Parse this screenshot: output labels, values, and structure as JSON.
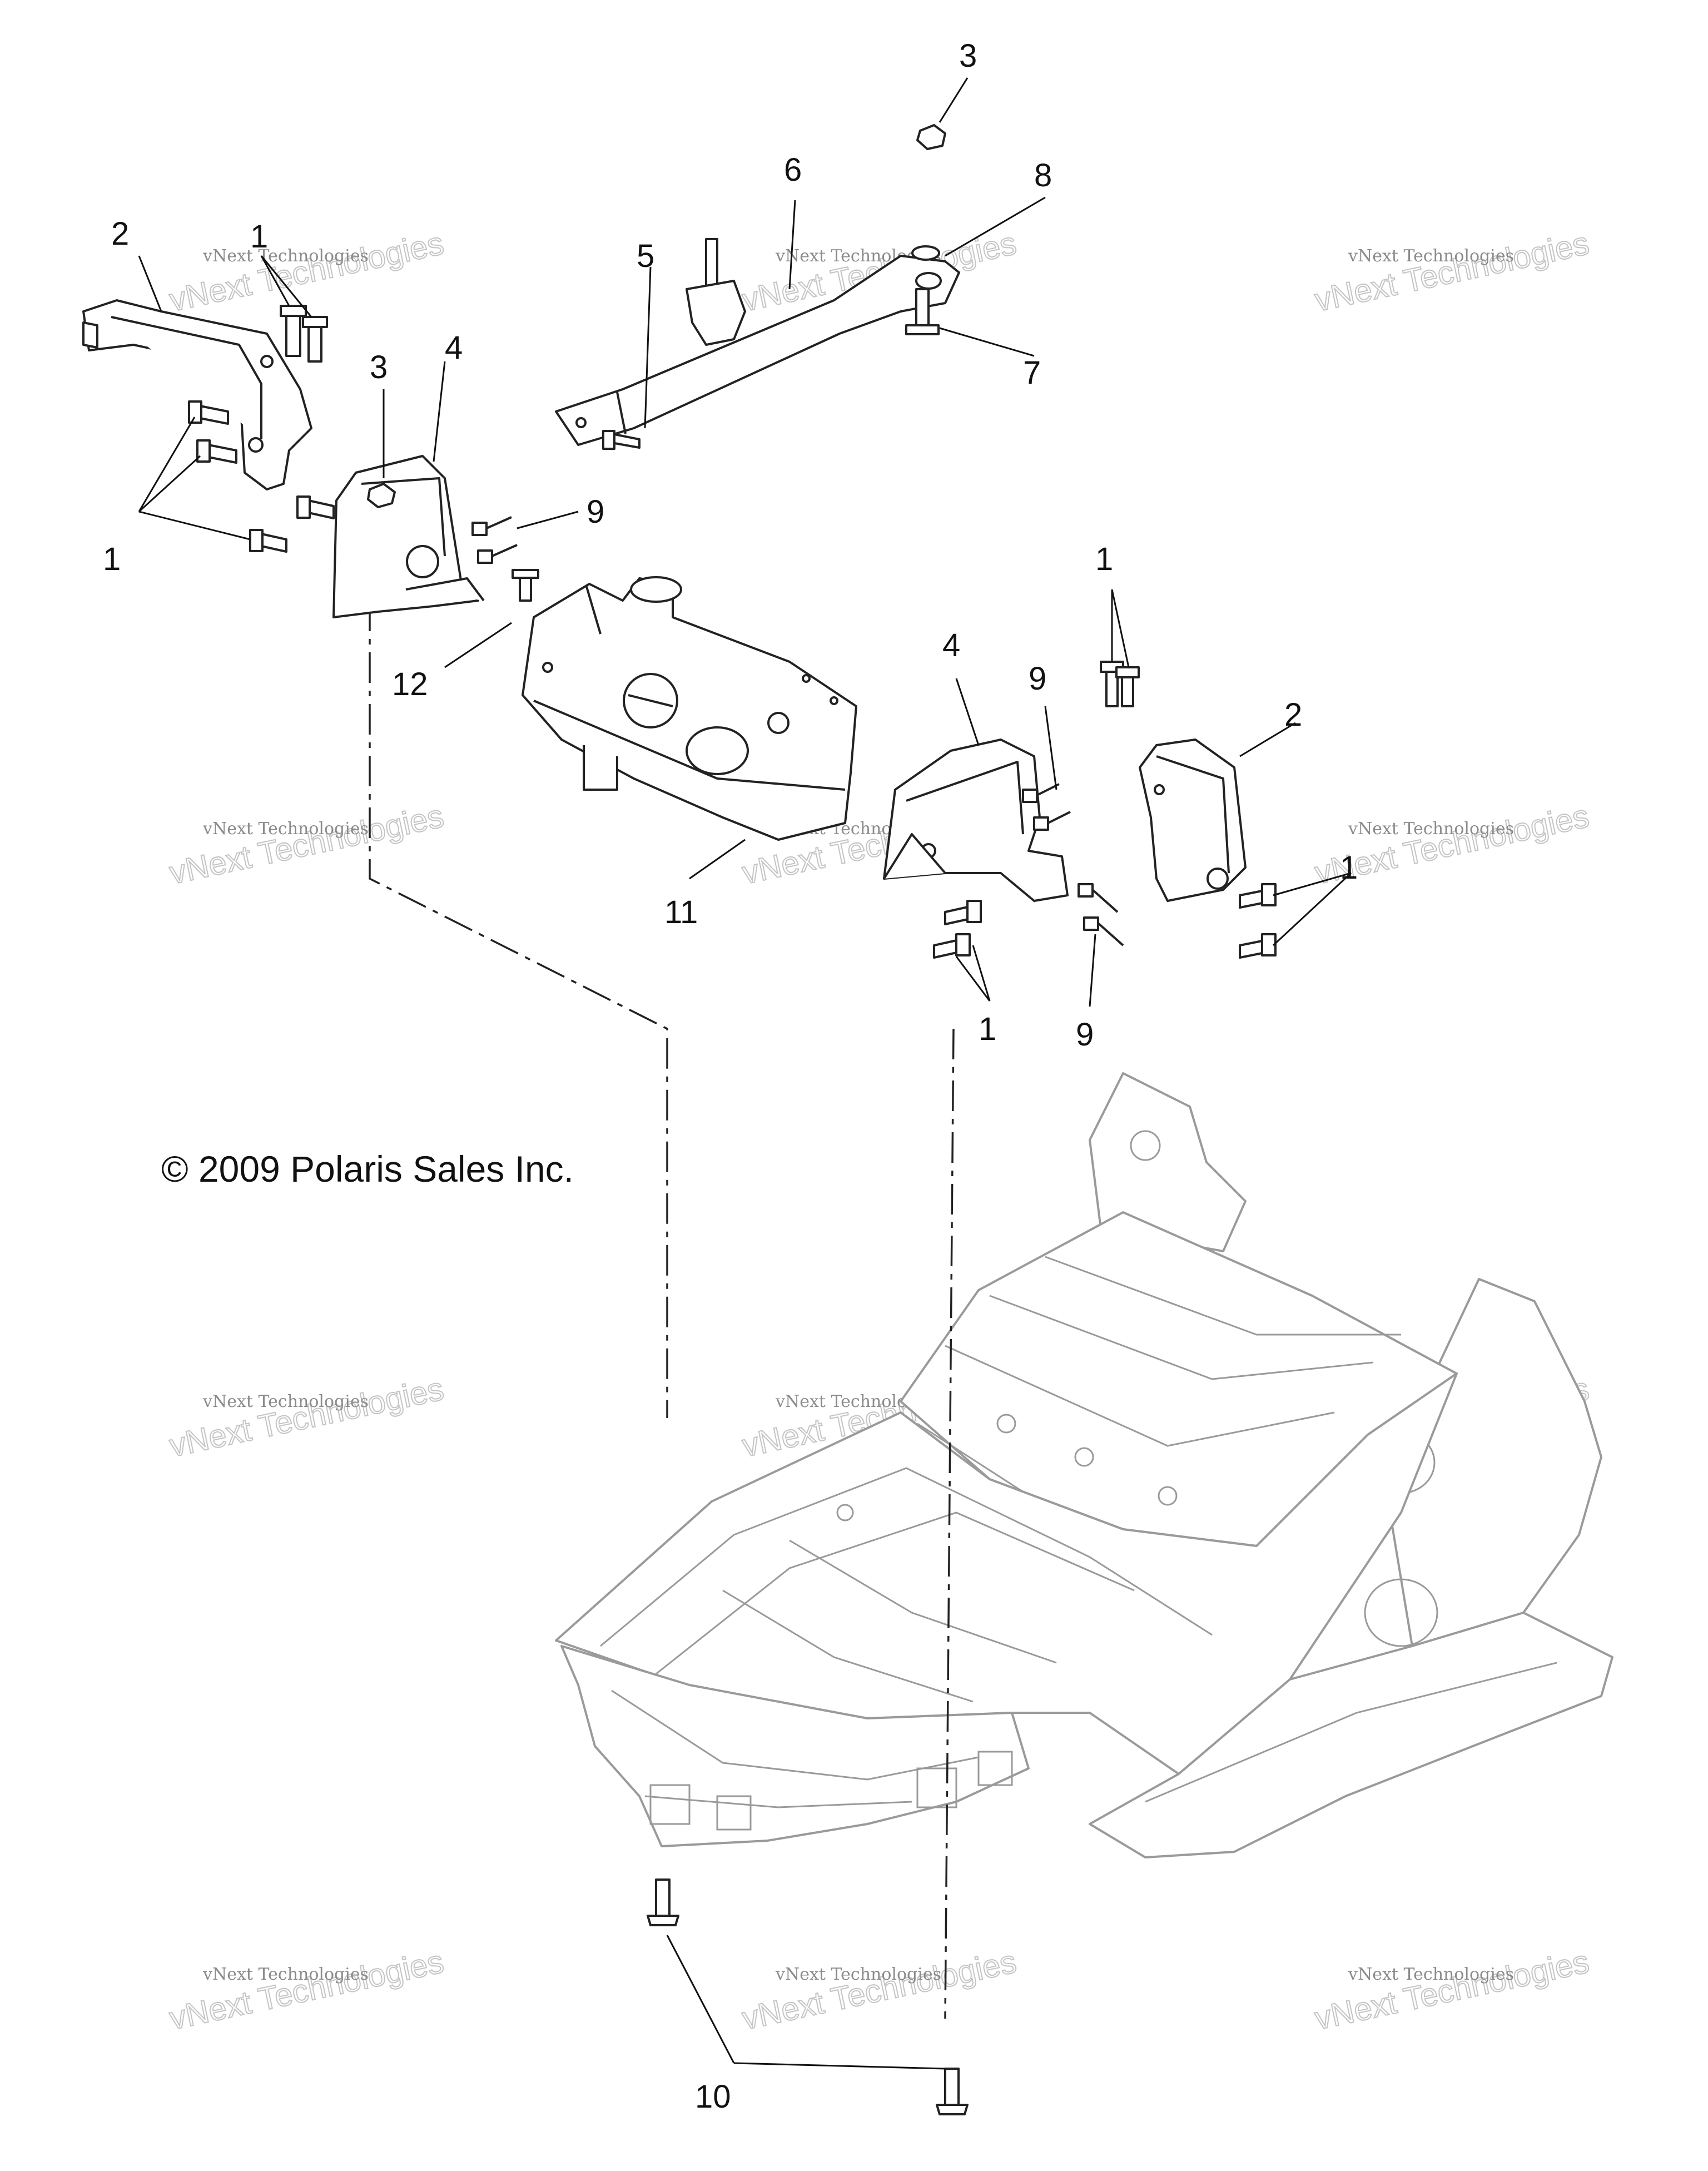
{
  "copyright": "© 2009 Polaris Sales Inc.",
  "watermark": {
    "small": "vNext Technologies",
    "large": "vNext Technologies"
  },
  "callouts": {
    "c1_top": "1",
    "c1_left": "1",
    "c1_right_top": "1",
    "c1_right_side": "1",
    "c1_bottom": "1",
    "c2_left": "2",
    "c2_right": "2",
    "c3_top": "3",
    "c3_left": "3",
    "c4_left": "4",
    "c4_right": "4",
    "c5": "5",
    "c6": "6",
    "c7": "7",
    "c8": "8",
    "c9_left": "9",
    "c9_right_top": "9",
    "c9_right_bottom": "9",
    "c10": "10",
    "c11": "11",
    "c12": "12"
  }
}
